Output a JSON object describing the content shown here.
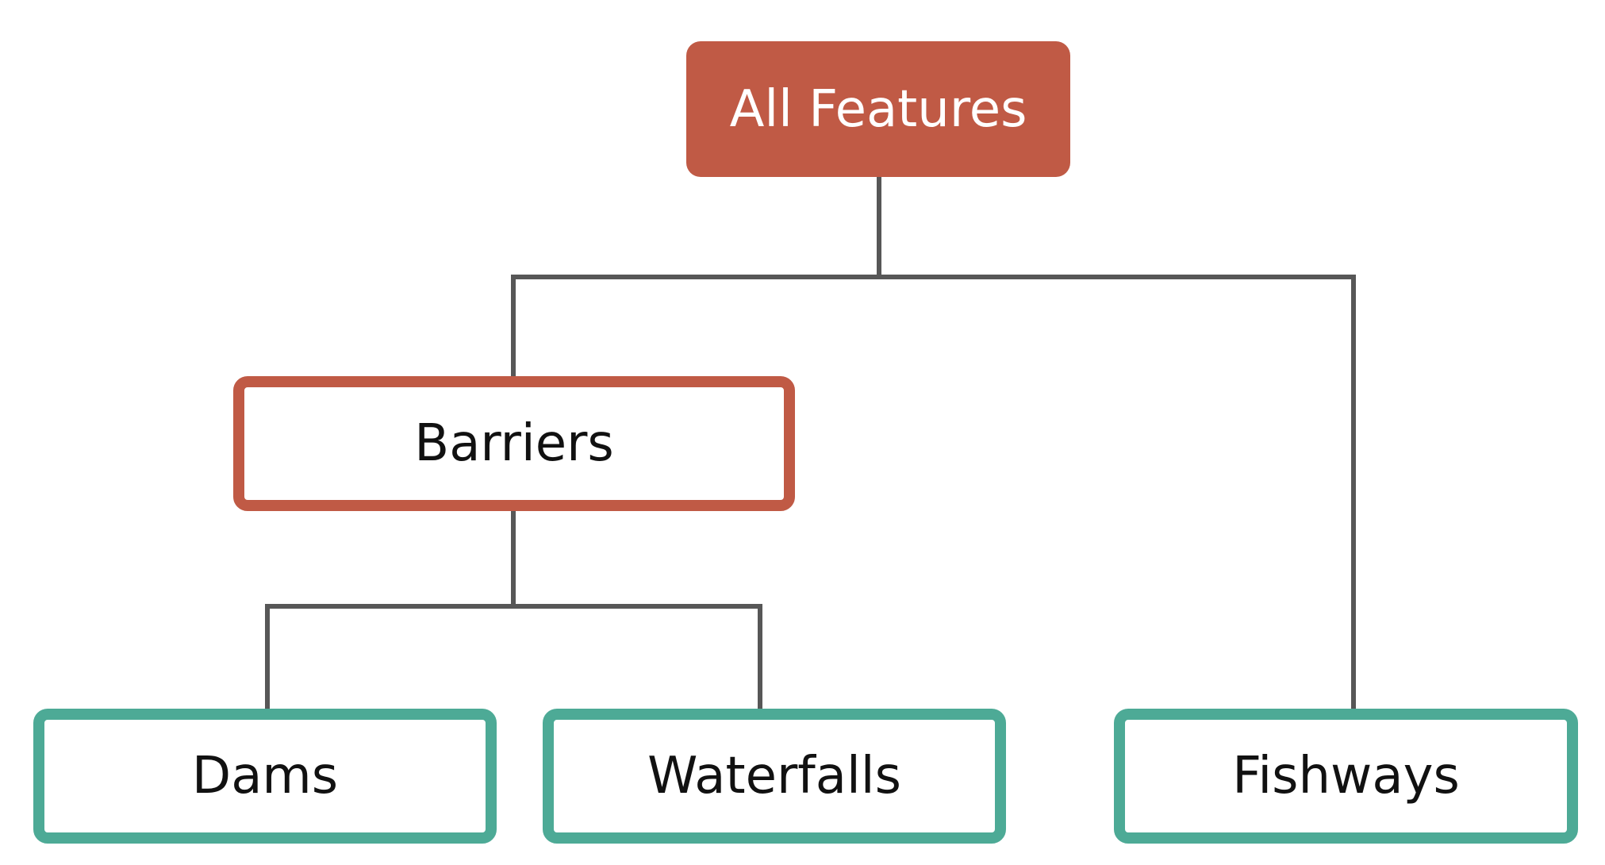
{
  "colors": {
    "root_fill": "#C05A45",
    "barrier_border": "#C05A45",
    "leaf_border": "#4DAA96",
    "connector": "#575757"
  },
  "tree": {
    "root": {
      "label": "All Features"
    },
    "barriers": {
      "label": "Barriers"
    },
    "dams": {
      "label": "Dams"
    },
    "waterfalls": {
      "label": "Waterfalls"
    },
    "fishways": {
      "label": "Fishways"
    }
  }
}
